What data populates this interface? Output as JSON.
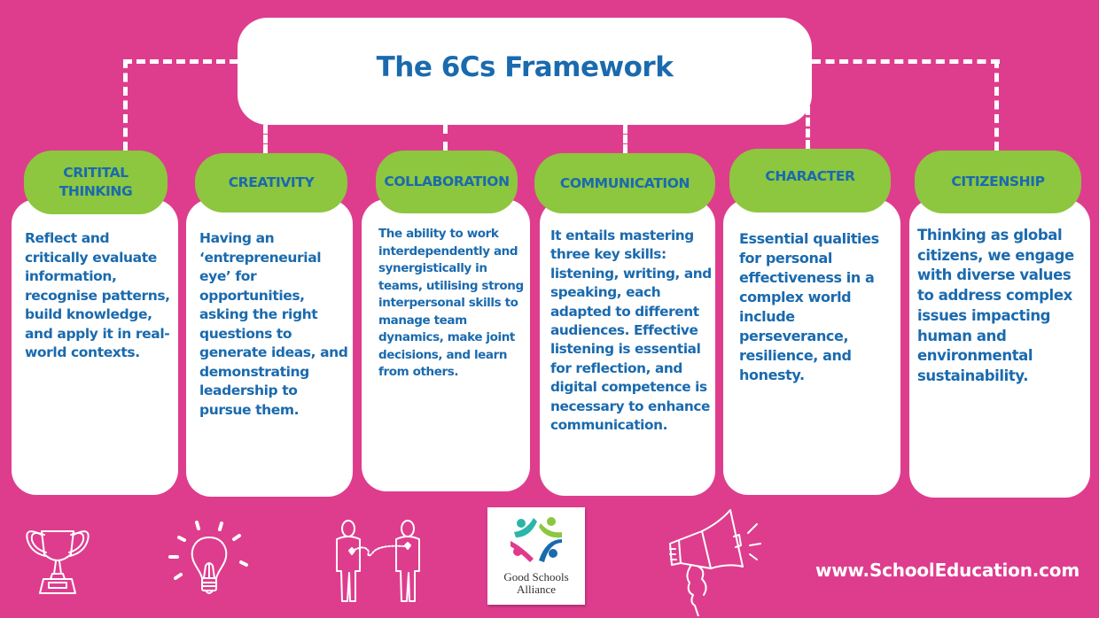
{
  "title": "The 6Cs Framework",
  "colors": {
    "background": "#DE3D8E",
    "pill": "#8DC63F",
    "text": "#1A6AAE",
    "card": "#FFFFFF"
  },
  "cards": [
    {
      "heading": "CRITITAL THINKING",
      "heading_lines": [
        "CRITITAL",
        "THINKING"
      ],
      "body": "Reflect and critically evaluate information, recognise patterns, build knowledge, and apply it in real-world contexts."
    },
    {
      "heading": "CREATIVITY",
      "body": "Having an ‘entrepreneurial eye’ for opportunities, asking the right questions to generate ideas, and demonstrating leadership to pursue them."
    },
    {
      "heading": "COLLABORATION",
      "body": "The ability to work interdependently and synergistically in teams, utilising strong interpersonal skills to manage team dynamics, make joint decisions, and learn from others."
    },
    {
      "heading": "COMMUNICATION",
      "body": "It entails mastering three key skills: listening, writing, and speaking, each adapted to different audiences. Effective listening is essential for reflection, and digital competence is necessary to enhance communication."
    },
    {
      "heading": "CHARACTER",
      "body": "Essential qualities for personal effectiveness in a complex world include perseverance, resilience, and honesty."
    },
    {
      "heading": "CITIZENSHIP",
      "body": "Thinking as global citizens, we engage with diverse values to address complex issues impacting human and environmental sustainability."
    }
  ],
  "footer": {
    "icons": [
      "trophy-icon",
      "lightbulb-icon",
      "two-people-heart-icon",
      "megaphone-icon"
    ],
    "logo": {
      "line1": "Good Schools",
      "line2": "Alliance"
    },
    "url": "www.SchoolEducation.com"
  }
}
